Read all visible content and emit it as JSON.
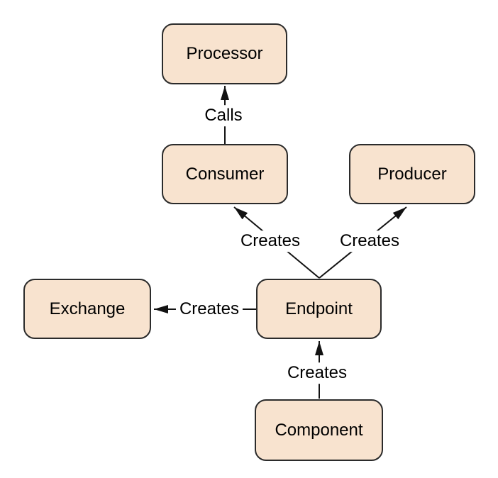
{
  "diagram": {
    "nodes": {
      "processor": {
        "label": "Processor"
      },
      "consumer": {
        "label": "Consumer"
      },
      "producer": {
        "label": "Producer"
      },
      "exchange": {
        "label": "Exchange"
      },
      "endpoint": {
        "label": "Endpoint"
      },
      "component": {
        "label": "Component"
      }
    },
    "edges": {
      "consumer_calls_processor": {
        "label": "Calls",
        "from": "Consumer",
        "to": "Processor"
      },
      "endpoint_creates_consumer": {
        "label": "Creates",
        "from": "Endpoint",
        "to": "Consumer"
      },
      "endpoint_creates_producer": {
        "label": "Creates",
        "from": "Endpoint",
        "to": "Producer"
      },
      "endpoint_creates_exchange": {
        "label": "Creates",
        "from": "Endpoint",
        "to": "Exchange"
      },
      "component_creates_endpoint": {
        "label": "Creates",
        "from": "Component",
        "to": "Endpoint"
      }
    },
    "colors": {
      "background": "#ffffff",
      "node_fill": "#f8e3cf",
      "node_border": "#2b2b2b",
      "line": "#121212",
      "text": "#000000"
    }
  }
}
